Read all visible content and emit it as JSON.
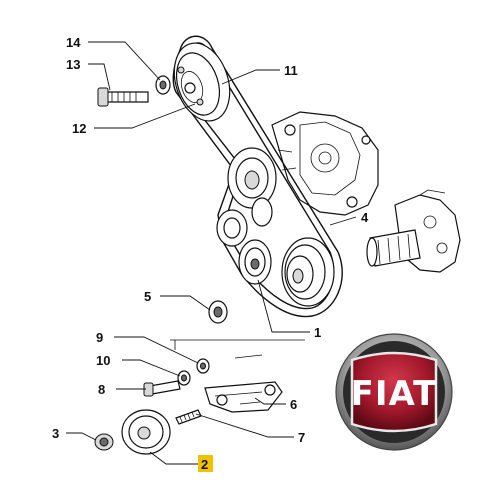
{
  "diagram": {
    "callouts": [
      {
        "id": "c14",
        "label": "14"
      },
      {
        "id": "c13",
        "label": "13"
      },
      {
        "id": "c11",
        "label": "11"
      },
      {
        "id": "c12",
        "label": "12"
      },
      {
        "id": "c4",
        "label": "4"
      },
      {
        "id": "c5",
        "label": "5"
      },
      {
        "id": "c1",
        "label": "1"
      },
      {
        "id": "c9",
        "label": "9"
      },
      {
        "id": "c10",
        "label": "10"
      },
      {
        "id": "c8",
        "label": "8"
      },
      {
        "id": "c6",
        "label": "6"
      },
      {
        "id": "c3",
        "label": "3"
      },
      {
        "id": "c7",
        "label": "7"
      },
      {
        "id": "c2",
        "label": "2",
        "highlighted": true
      }
    ],
    "highlight_color": "#f2c200"
  },
  "logo": {
    "brand": "FIAT",
    "colors": {
      "badge": "#a3182b",
      "ring": "#8c8c8c"
    }
  }
}
